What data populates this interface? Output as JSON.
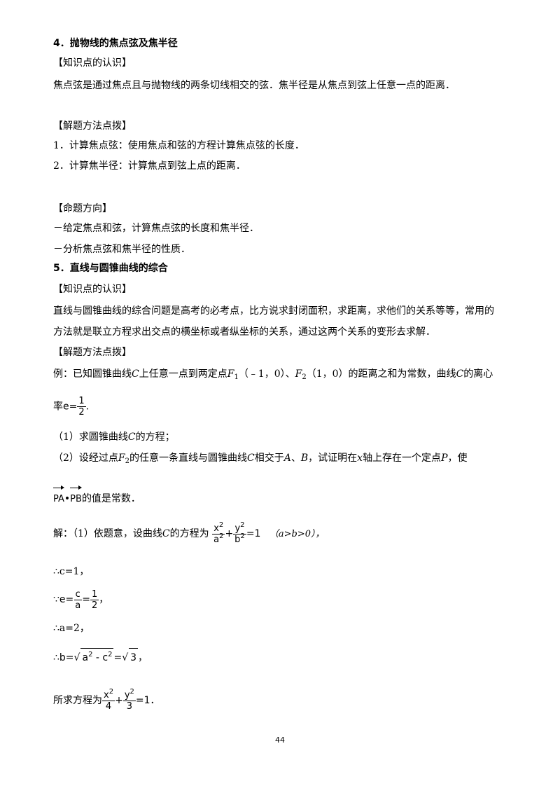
{
  "section4": {
    "heading": "4．抛物线的焦点弦及焦半径",
    "knowledge_title": "【知识点的认识】",
    "knowledge_text": "焦点弦是通过焦点且与抛物线的两条切线相交的弦．焦半径是从焦点到弦上任意一点的距离．",
    "method_title": "【解题方法点拨】",
    "method_1": "1．计算焦点弦：使用焦点和弦的方程计算焦点弦的长度．",
    "method_2": "2．计算焦半径：计算焦点到弦上点的距离．",
    "direction_title": "【命题方向】",
    "direction_1": "－给定焦点和弦，计算焦点弦的长度和焦半径．",
    "direction_2": "－分析焦点弦和焦半径的性质．"
  },
  "section5": {
    "heading": "5．直线与圆锥曲线的综合",
    "knowledge_title": "【知识点的认识】",
    "knowledge_line1": "直线与圆锥曲线的综合问题是高考的必考点，比方说求封闭面积，求距离，求他们的关系等等，常用的",
    "knowledge_line2": "方法就是联立方程求出交点的横坐标或者纵坐标的关系，通过这两个关系的变形去求解．",
    "method_title": "【解题方法点拨】",
    "example_a": "例：已知圆锥曲线",
    "example_b": "上任意一点到两定点",
    "example_c": "（﹣1，0）、",
    "example_d": "（1，0）的距离之和为常数，曲线",
    "example_e": "的离心",
    "var_C": "C",
    "var_F": "F",
    "sub_1": "1",
    "sub_2": "2",
    "e_prefix": "率",
    "e_eq": "e=",
    "half_num": "1",
    "half_den": "2",
    "period": ".",
    "q1": "（1）求圆锥曲线",
    "q1_end": "的方程；",
    "q2_a": "（2）设经过点",
    "q2_b": "的任意一条直线与圆锥曲线",
    "q2_c": "相交于",
    "var_A": "A",
    "var_B": "B",
    "comma": "、",
    "q2_d": "，试证明在",
    "var_x": "x",
    "q2_e": "轴上存在一个定点",
    "var_P": "P",
    "q2_f": "，使",
    "vec_PA": "PA",
    "vec_PB": "PB",
    "dot": "•",
    "q2_end": "的值是常数．",
    "sol_a": "解：（1）依题意，设曲线",
    "sol_b": "的方程为",
    "x2": "x",
    "y2": "y",
    "a2": "a",
    "b2": "b",
    "sq": "2",
    "plus": "+",
    "eq1": "=1",
    "cond": "（a>b>0），",
    "c_eq": "∴c=1，",
    "because": "∵",
    "c_num": "c",
    "a_den": "a",
    "eq": "=",
    "comma2": "，",
    "a_eq": "∴a=2，",
    "therefore": "∴",
    "b_eq": "b=",
    "sqrt_body": "a",
    "minus_c": " - c",
    "eq_sqrt3": "=",
    "three": "3",
    "final_prefix": "所求方程为",
    "four": "4",
    "three_den": "3",
    "final_end": "．"
  },
  "page_number": "44"
}
